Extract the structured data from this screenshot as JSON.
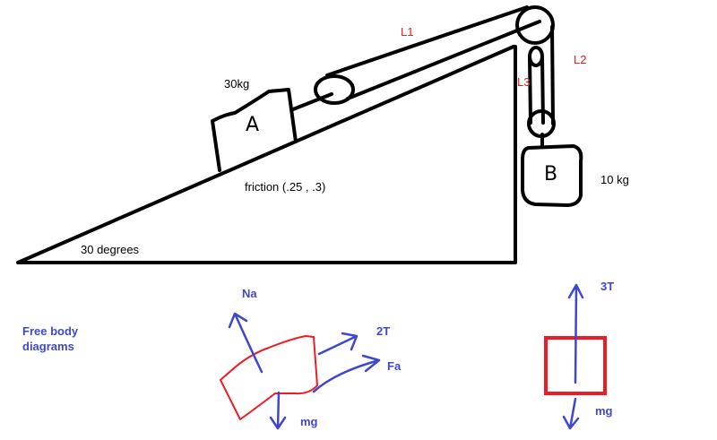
{
  "colors": {
    "ink": "#000000",
    "label_red": "#ed1c24",
    "fbd_blue": "#3f48cc",
    "fbd_red": "#ed1c24"
  },
  "setup": {
    "block_a": {
      "letter": "A",
      "mass": "30kg"
    },
    "block_b": {
      "letter": "B",
      "mass": "10 kg"
    },
    "friction": "friction (.25 , .3)",
    "angle": "30 degrees",
    "ropes": {
      "l1": "L1",
      "l2": "L2",
      "l3": "L3"
    }
  },
  "fbd": {
    "title_line1": "Free body",
    "title_line2": "diagrams",
    "block_a_forces": {
      "normal": "Na",
      "tension": "2T",
      "applied": "Fa",
      "weight": "mg"
    },
    "block_b_forces": {
      "tension": "3T",
      "weight": "mg"
    }
  }
}
